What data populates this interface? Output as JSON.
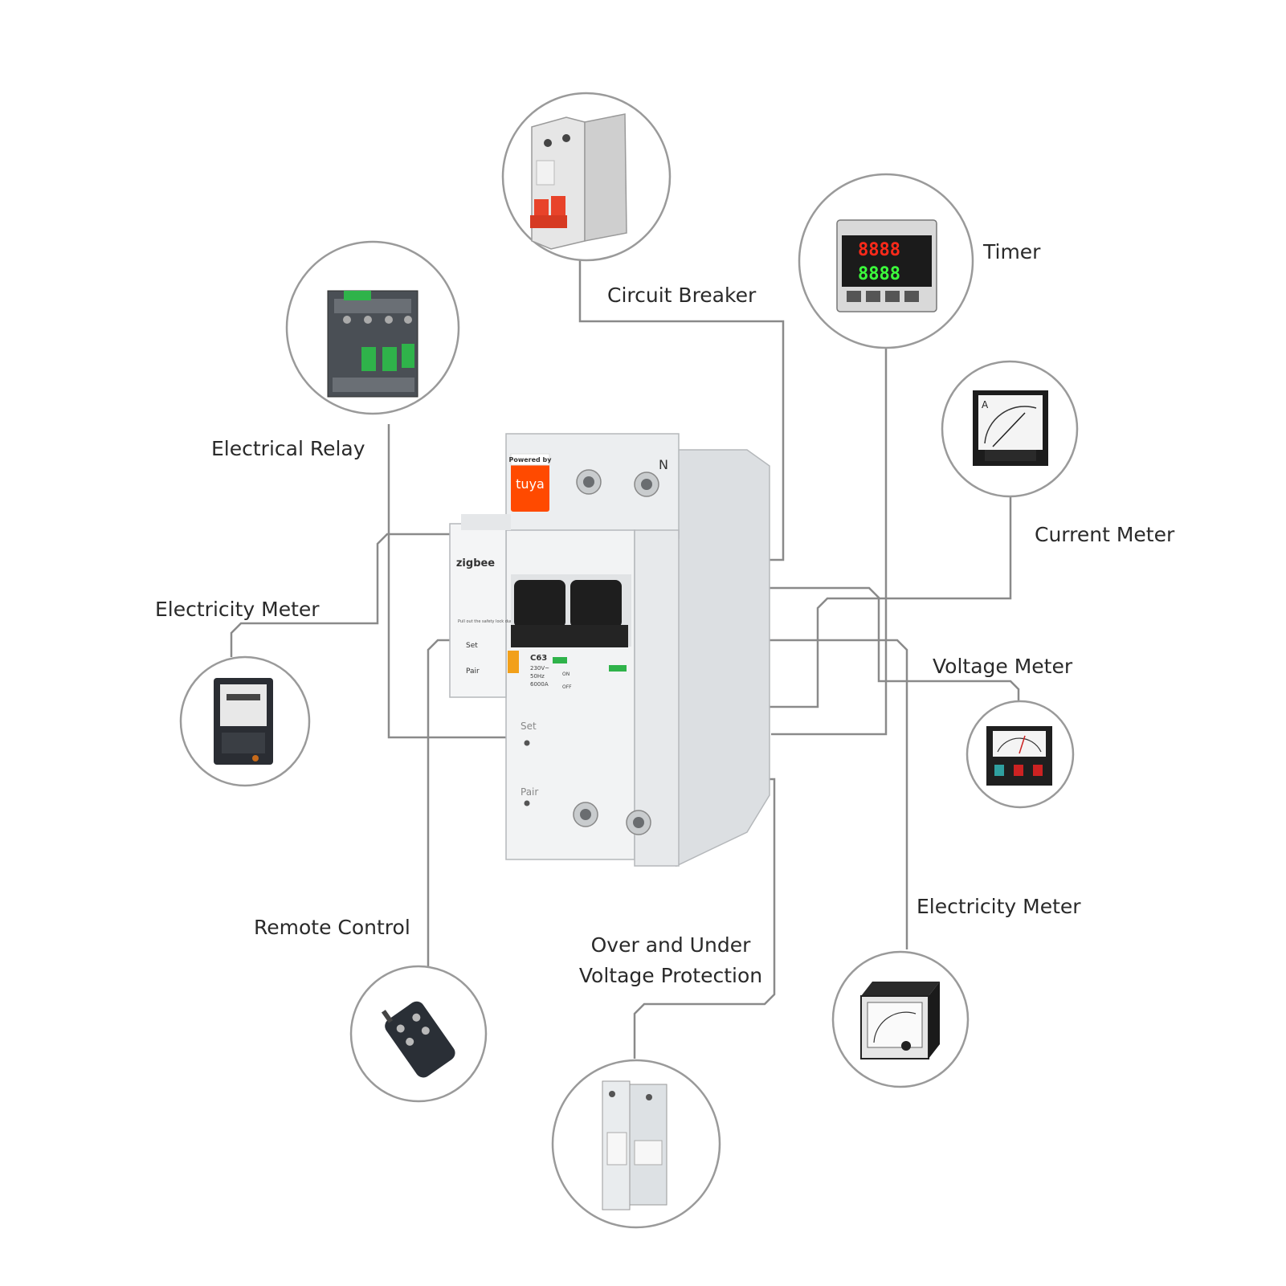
{
  "labels": {
    "circuit_breaker": "Circuit Breaker",
    "timer": "Timer",
    "electrical_relay": "Electrical Relay",
    "current_meter": "Current Meter",
    "electricity_meter_left": "Electricity Meter",
    "voltage_meter": "Voltage Meter",
    "electricity_meter_right": "Electricity Meter",
    "remote_control": "Remote Control",
    "over_under_line1": "Over and Under",
    "over_under_line2": "Voltage Protection"
  },
  "device": {
    "brand_top": "Powered by",
    "brand": "tuya",
    "protocol": "zigbee",
    "notice": "Pull out the safety lock during maintenance",
    "set": "Set",
    "pair": "Pair",
    "neutral": "N",
    "rating": "C63",
    "voltage": "230V~",
    "frequency": "50Hz",
    "breaking": "6000A",
    "on": "ON",
    "off": "OFF"
  },
  "timer_display": {
    "top": "8888",
    "bottom": "8888"
  },
  "colors": {
    "line": "#8a8a8a",
    "circle": "#9a9a9a",
    "tuya_orange": "#ff4a00",
    "relay_green": "#2fb34a",
    "breaker_red": "#e8432a",
    "display_red": "#ff2a1a",
    "display_green": "#3cff3c"
  }
}
